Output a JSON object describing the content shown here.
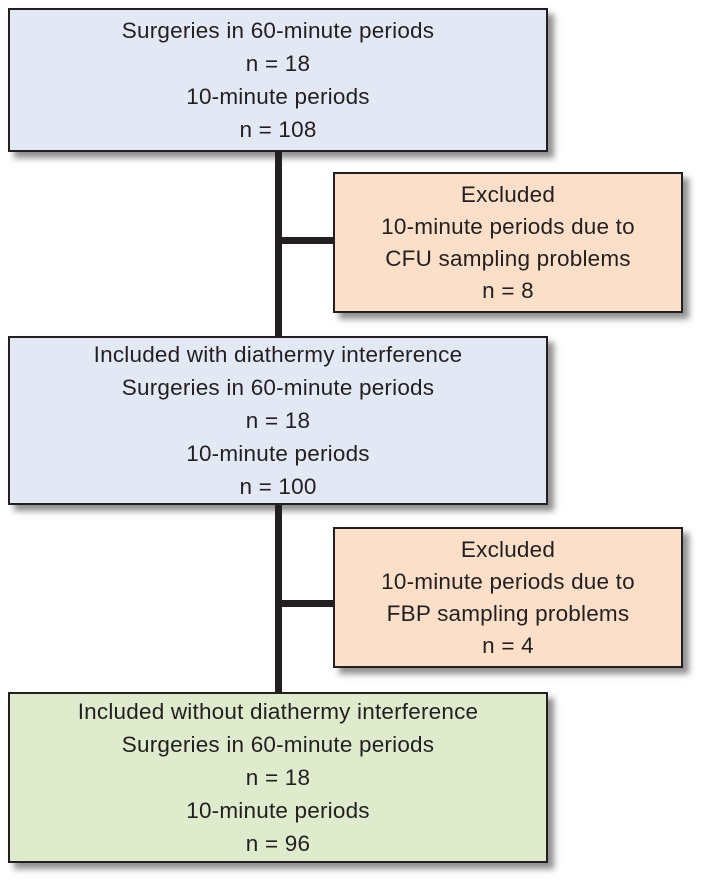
{
  "colors": {
    "blue": "#e2e9f5",
    "peach": "#fcdfc8",
    "green": "#deeccd",
    "line": "#231f20"
  },
  "boxes": {
    "total": {
      "lines": [
        "Surgeries in 60-minute periods",
        "n = 18",
        "10-minute periods",
        "n = 108"
      ]
    },
    "excluded_cfu": {
      "lines": [
        "Excluded",
        "10-minute periods due to",
        "CFU sampling problems",
        "n = 8"
      ]
    },
    "included_with": {
      "lines": [
        "Included with diathermy interference",
        "Surgeries in 60-minute periods",
        "n = 18",
        "10-minute periods",
        "n = 100"
      ]
    },
    "excluded_fbp": {
      "lines": [
        "Excluded",
        "10-minute periods due to",
        "FBP sampling problems",
        "n = 4"
      ]
    },
    "included_without": {
      "lines": [
        "Included without diathermy interference",
        "Surgeries in 60-minute periods",
        "n = 18",
        "10-minute periods",
        "n = 96"
      ]
    }
  }
}
